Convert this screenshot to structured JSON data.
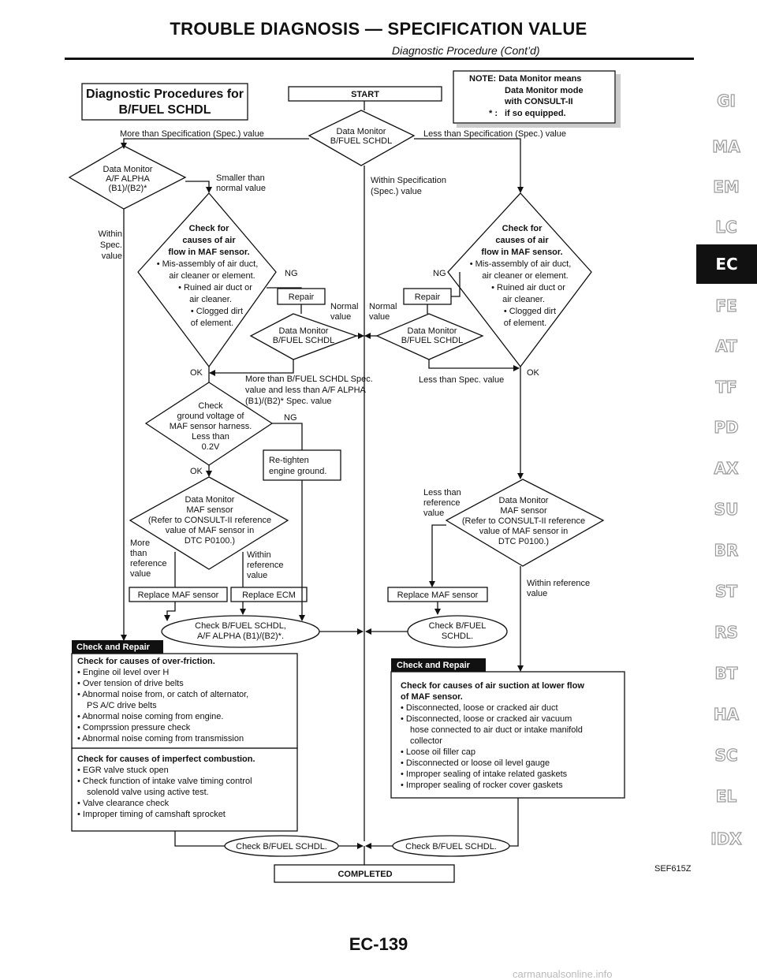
{
  "header": {
    "title": "TROUBLE DIAGNOSIS — SPECIFICATION VALUE",
    "subtitle": "Diagnostic Procedure (Cont’d)"
  },
  "side_tabs": [
    "GI",
    "MA",
    "EM",
    "LC",
    "EC",
    "FE",
    "AT",
    "TF",
    "PD",
    "AX",
    "SU",
    "BR",
    "ST",
    "RS",
    "BT",
    "HA",
    "SC",
    "EL",
    "IDX"
  ],
  "active_tab": "EC",
  "figure_id": "SEF615Z",
  "page_number": "EC-139",
  "watermark": "carmanualsonline.info",
  "flow": {
    "title": [
      "Diagnostic Procedures for",
      "B/FUEL SCHDL"
    ],
    "start": "START",
    "note": [
      "NOTE: Data Monitor means",
      "Data Monitor mode",
      "with CONSULT-II",
      "* :",
      "if so equipped."
    ],
    "dm_fuel": [
      "Data Monitor",
      "B/FUEL SCHDL"
    ],
    "more_spec": "More than Specification (Spec.) value",
    "less_spec": "Less than Specification (Spec.) value",
    "within_spec": [
      "Within Specification",
      "(Spec.) value"
    ],
    "dm_af": [
      "Data Monitor",
      "A/F ALPHA",
      "(B1)/(B2)*"
    ],
    "smaller_normal": [
      "Smaller than",
      "normal value"
    ],
    "within_spec_short": [
      "Within",
      "Spec.",
      "value"
    ],
    "check_air": [
      "Check for",
      "causes of air",
      "flow in MAF sensor.",
      "• Mis-assembly of air duct,",
      "air cleaner or element.",
      "• Ruined air duct or",
      "air cleaner.",
      "• Clogged dirt",
      "of element."
    ],
    "ng": "NG",
    "ok": "OK",
    "repair": "Repair",
    "normal_value": [
      "Normal",
      "value"
    ],
    "dm_fuel_2": [
      "Data Monitor",
      "B/FUEL SCHDL"
    ],
    "more_than_between": [
      "More than B/FUEL SCHDL Spec.",
      "value and less than A/F ALPHA",
      "(B1)/(B2)* Spec. value"
    ],
    "less_than_spec_value": "Less than Spec. value",
    "check_ground": [
      "Check",
      "ground voltage of",
      "MAF sensor harness.",
      "Less than",
      "0.2V"
    ],
    "retighten": [
      "Re-tighten",
      "engine ground."
    ],
    "dm_maf": [
      "Data Monitor",
      "MAF sensor",
      "(Refer to CONSULT-II reference",
      "value of MAF sensor in",
      "DTC P0100.)"
    ],
    "more_ref": [
      "More",
      "than",
      "reference",
      "value"
    ],
    "within_ref": [
      "Within",
      "reference",
      "value"
    ],
    "less_ref": [
      "Less than",
      "reference",
      "value"
    ],
    "within_ref_long": [
      "Within reference",
      "value"
    ],
    "replace_maf": "Replace MAF sensor",
    "replace_ecm": "Replace ECM",
    "check_fuel_af": [
      "Check B/FUEL SCHDL,",
      "A/F ALPHA (B1)/(B2)*."
    ],
    "check_fuel": [
      "Check B/FUEL",
      "SCHDL."
    ],
    "check_repair": "Check and Repair",
    "friction": [
      "Check for causes of over-friction.",
      "• Engine oil level over H",
      "• Over tension of drive belts",
      "• Abnormal noise from, or catch of alternator,",
      "PS A/C drive belts",
      "• Abnormal noise coming from engine.",
      "• Comprssion pressure check",
      "• Abnormal noise coming from transmission"
    ],
    "combustion": [
      "Check for causes of imperfect combustion.",
      "• EGR valve stuck open",
      "• Check function of intake valve timing control",
      "solenold valve using active test.",
      "• Valve clearance check",
      "• Improper timing of camshaft sprocket"
    ],
    "suction": [
      "Check for causes of air suction at lower flow",
      "of MAF sensor.",
      "• Disconnected, loose or cracked air duct",
      "• Disconnected, loose or cracked air vacuum",
      "hose connected to air duct or intake manifold",
      "collector",
      "• Loose oil filler cap",
      "• Disconnected or loose oil level gauge",
      "• Improper sealing of intake related gaskets",
      "• Improper sealing of rocker cover gaskets"
    ],
    "check_fuel_final": "Check B/FUEL SCHDL.",
    "completed": "COMPLETED"
  }
}
